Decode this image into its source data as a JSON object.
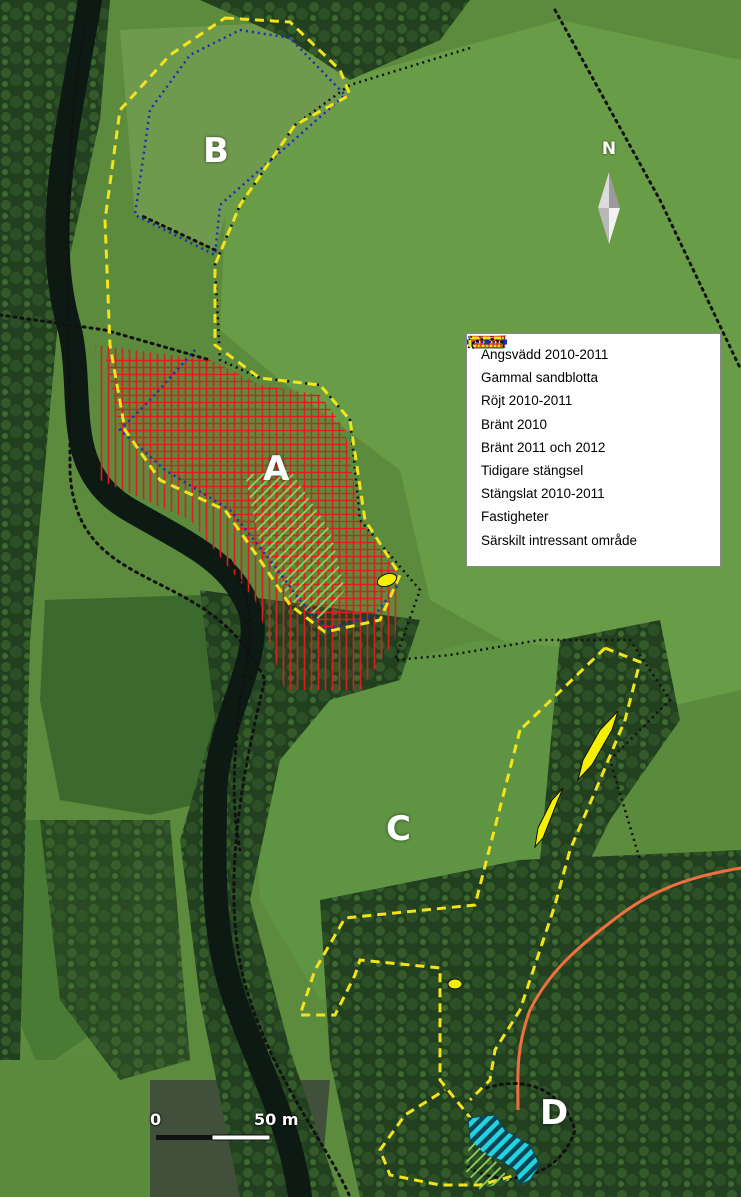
{
  "map": {
    "area_labels": {
      "a": "A",
      "b": "B",
      "c": "C",
      "d": "D"
    },
    "north_arrow": "N",
    "legend": {
      "items": [
        {
          "label": "Ängsvädd 2010-2011",
          "symbol": "cyan-hatched-polygon"
        },
        {
          "label": "Gammal sandblotta",
          "symbol": "yellow-polygon"
        },
        {
          "label": "Röjt 2010-2011",
          "symbol": "green-hatched-polygon"
        },
        {
          "label": "Bränt 2010",
          "symbol": "red-vertical-hatch"
        },
        {
          "label": "Bränt 2011 och 2012",
          "symbol": "red-horizontal-hatch"
        },
        {
          "label": "Tidigare stängsel",
          "symbol": "black-dotted-line-with-nodes"
        },
        {
          "label": "Stängslat 2010-2011",
          "symbol": "blue-dotted-line-with-nodes"
        },
        {
          "label": "Fastigheter",
          "symbol": "black-dotted-line"
        },
        {
          "label": "Särskilt intressant område",
          "symbol": "yellow-dashed-line"
        }
      ]
    },
    "scale_bar": {
      "start_label": "0",
      "end_label": "50 m"
    },
    "colors": {
      "ängsvädd": "#22d3e0",
      "sandblotta": "#f5f000",
      "röjt": "#7ec850",
      "bränt": "#e01d1d",
      "stängsel": "#111111",
      "stängslat": "#1a2fb0",
      "särskilt": "#f2e31a",
      "road": "#f07040",
      "field_light": "#5d8c3e",
      "field_dark": "#3c6a2c",
      "forest": "#1f3d1c",
      "river": "#0d1a14"
    }
  }
}
